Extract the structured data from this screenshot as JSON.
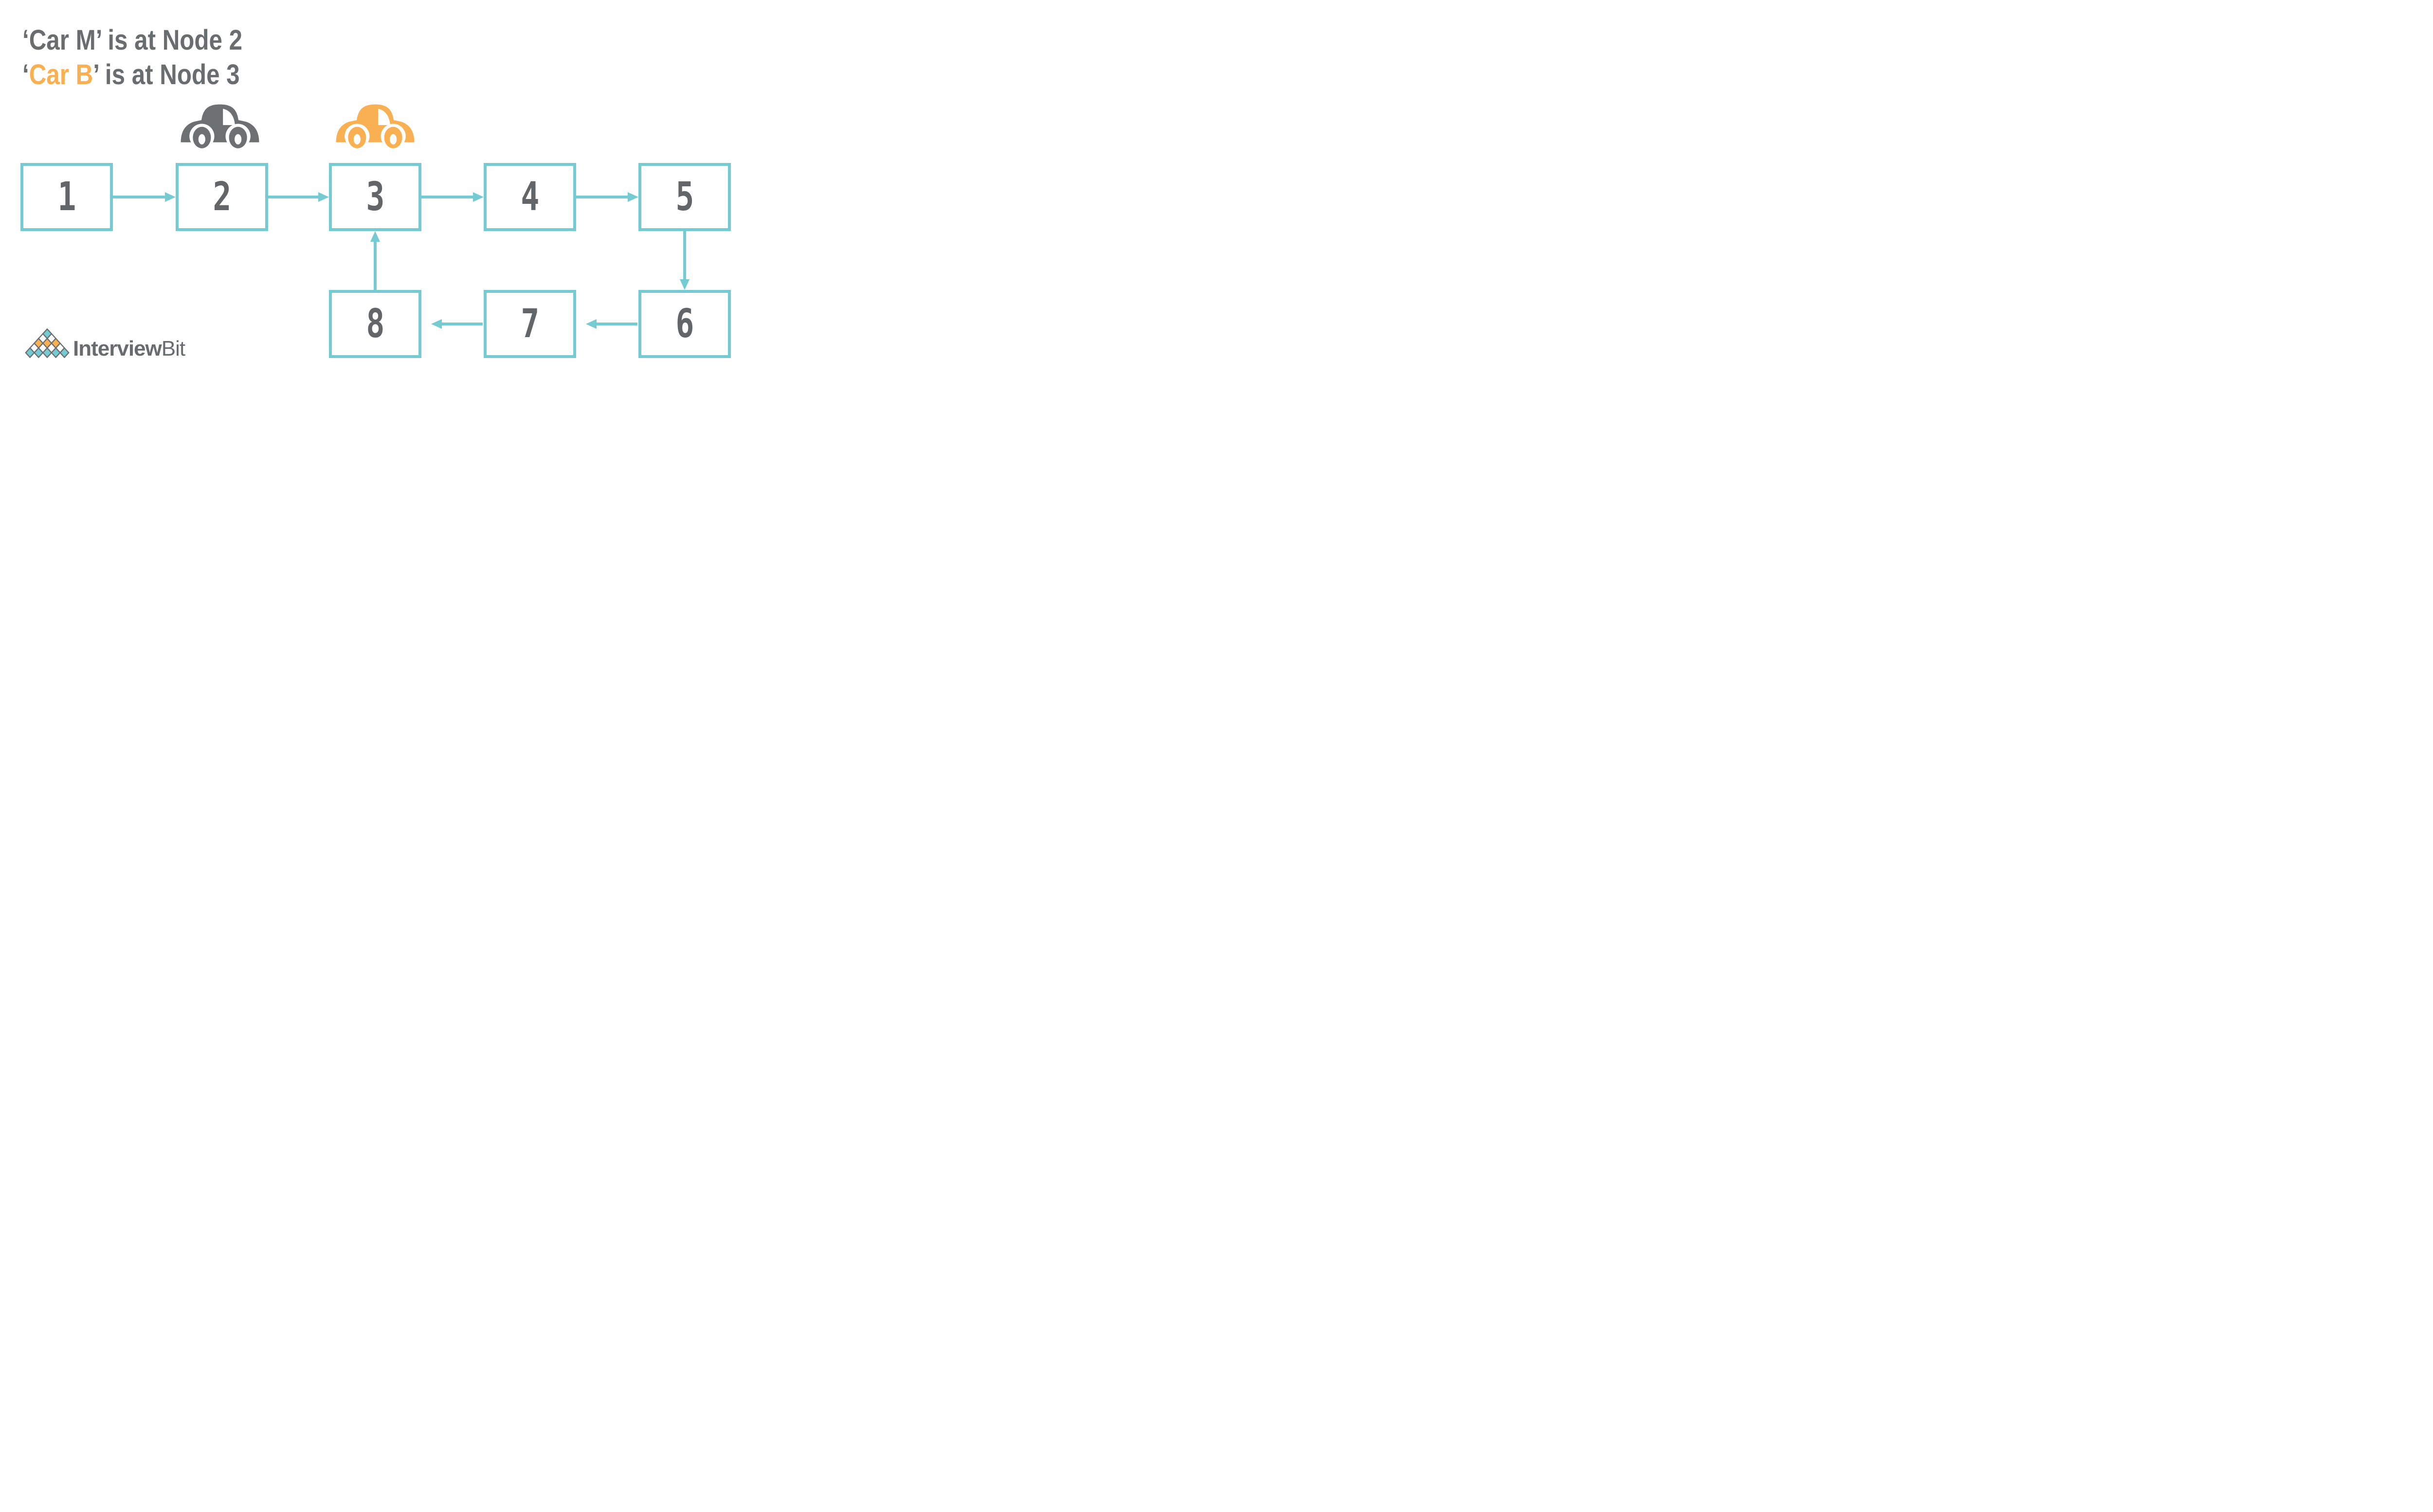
{
  "caption": {
    "line1": {
      "open": "‘",
      "car": "Car M",
      "rest": "’ is at Node 2"
    },
    "line2": {
      "open": "‘",
      "car": "Car B",
      "rest": "’ is at Node 3"
    }
  },
  "cars": {
    "car_m": {
      "label": "Car M",
      "color": "#6d7071",
      "at_node": "2"
    },
    "car_b": {
      "label": "Car B",
      "color": "#f8b052",
      "at_node": "3"
    }
  },
  "nodes": [
    {
      "label": "1"
    },
    {
      "label": "2"
    },
    {
      "label": "3"
    },
    {
      "label": "4"
    },
    {
      "label": "5"
    },
    {
      "label": "6"
    },
    {
      "label": "7"
    },
    {
      "label": "8"
    }
  ],
  "edges": [
    {
      "from": "1",
      "to": "2"
    },
    {
      "from": "2",
      "to": "3"
    },
    {
      "from": "3",
      "to": "4"
    },
    {
      "from": "4",
      "to": "5"
    },
    {
      "from": "5",
      "to": "6"
    },
    {
      "from": "6",
      "to": "7"
    },
    {
      "from": "7",
      "to": "8"
    },
    {
      "from": "8",
      "to": "3"
    }
  ],
  "colors": {
    "teal": "#76cbd2",
    "orange": "#f8b052",
    "gray": "#6d7071",
    "white": "#ffffff",
    "outline_gray": "#6b6e6f"
  },
  "logo": {
    "brand_bold": "Interview",
    "brand_light": "Bit"
  }
}
